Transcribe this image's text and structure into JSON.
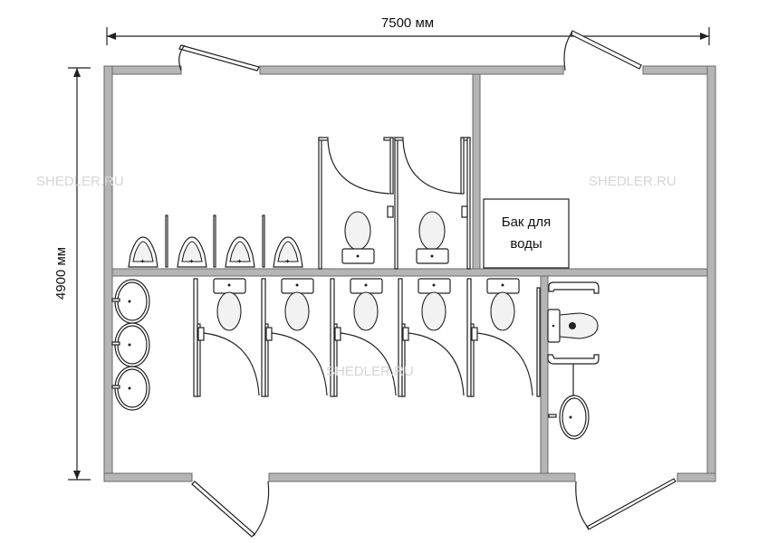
{
  "dimensions": {
    "width_label": "7500 мм",
    "height_label": "4900 мм"
  },
  "water_tank": {
    "line1": "Бак для",
    "line2": "воды"
  },
  "watermark": "SHEDLER.RU",
  "colors": {
    "wall": "#b5b5b5",
    "line": "#222222",
    "watermark": "#d6d6d6"
  }
}
